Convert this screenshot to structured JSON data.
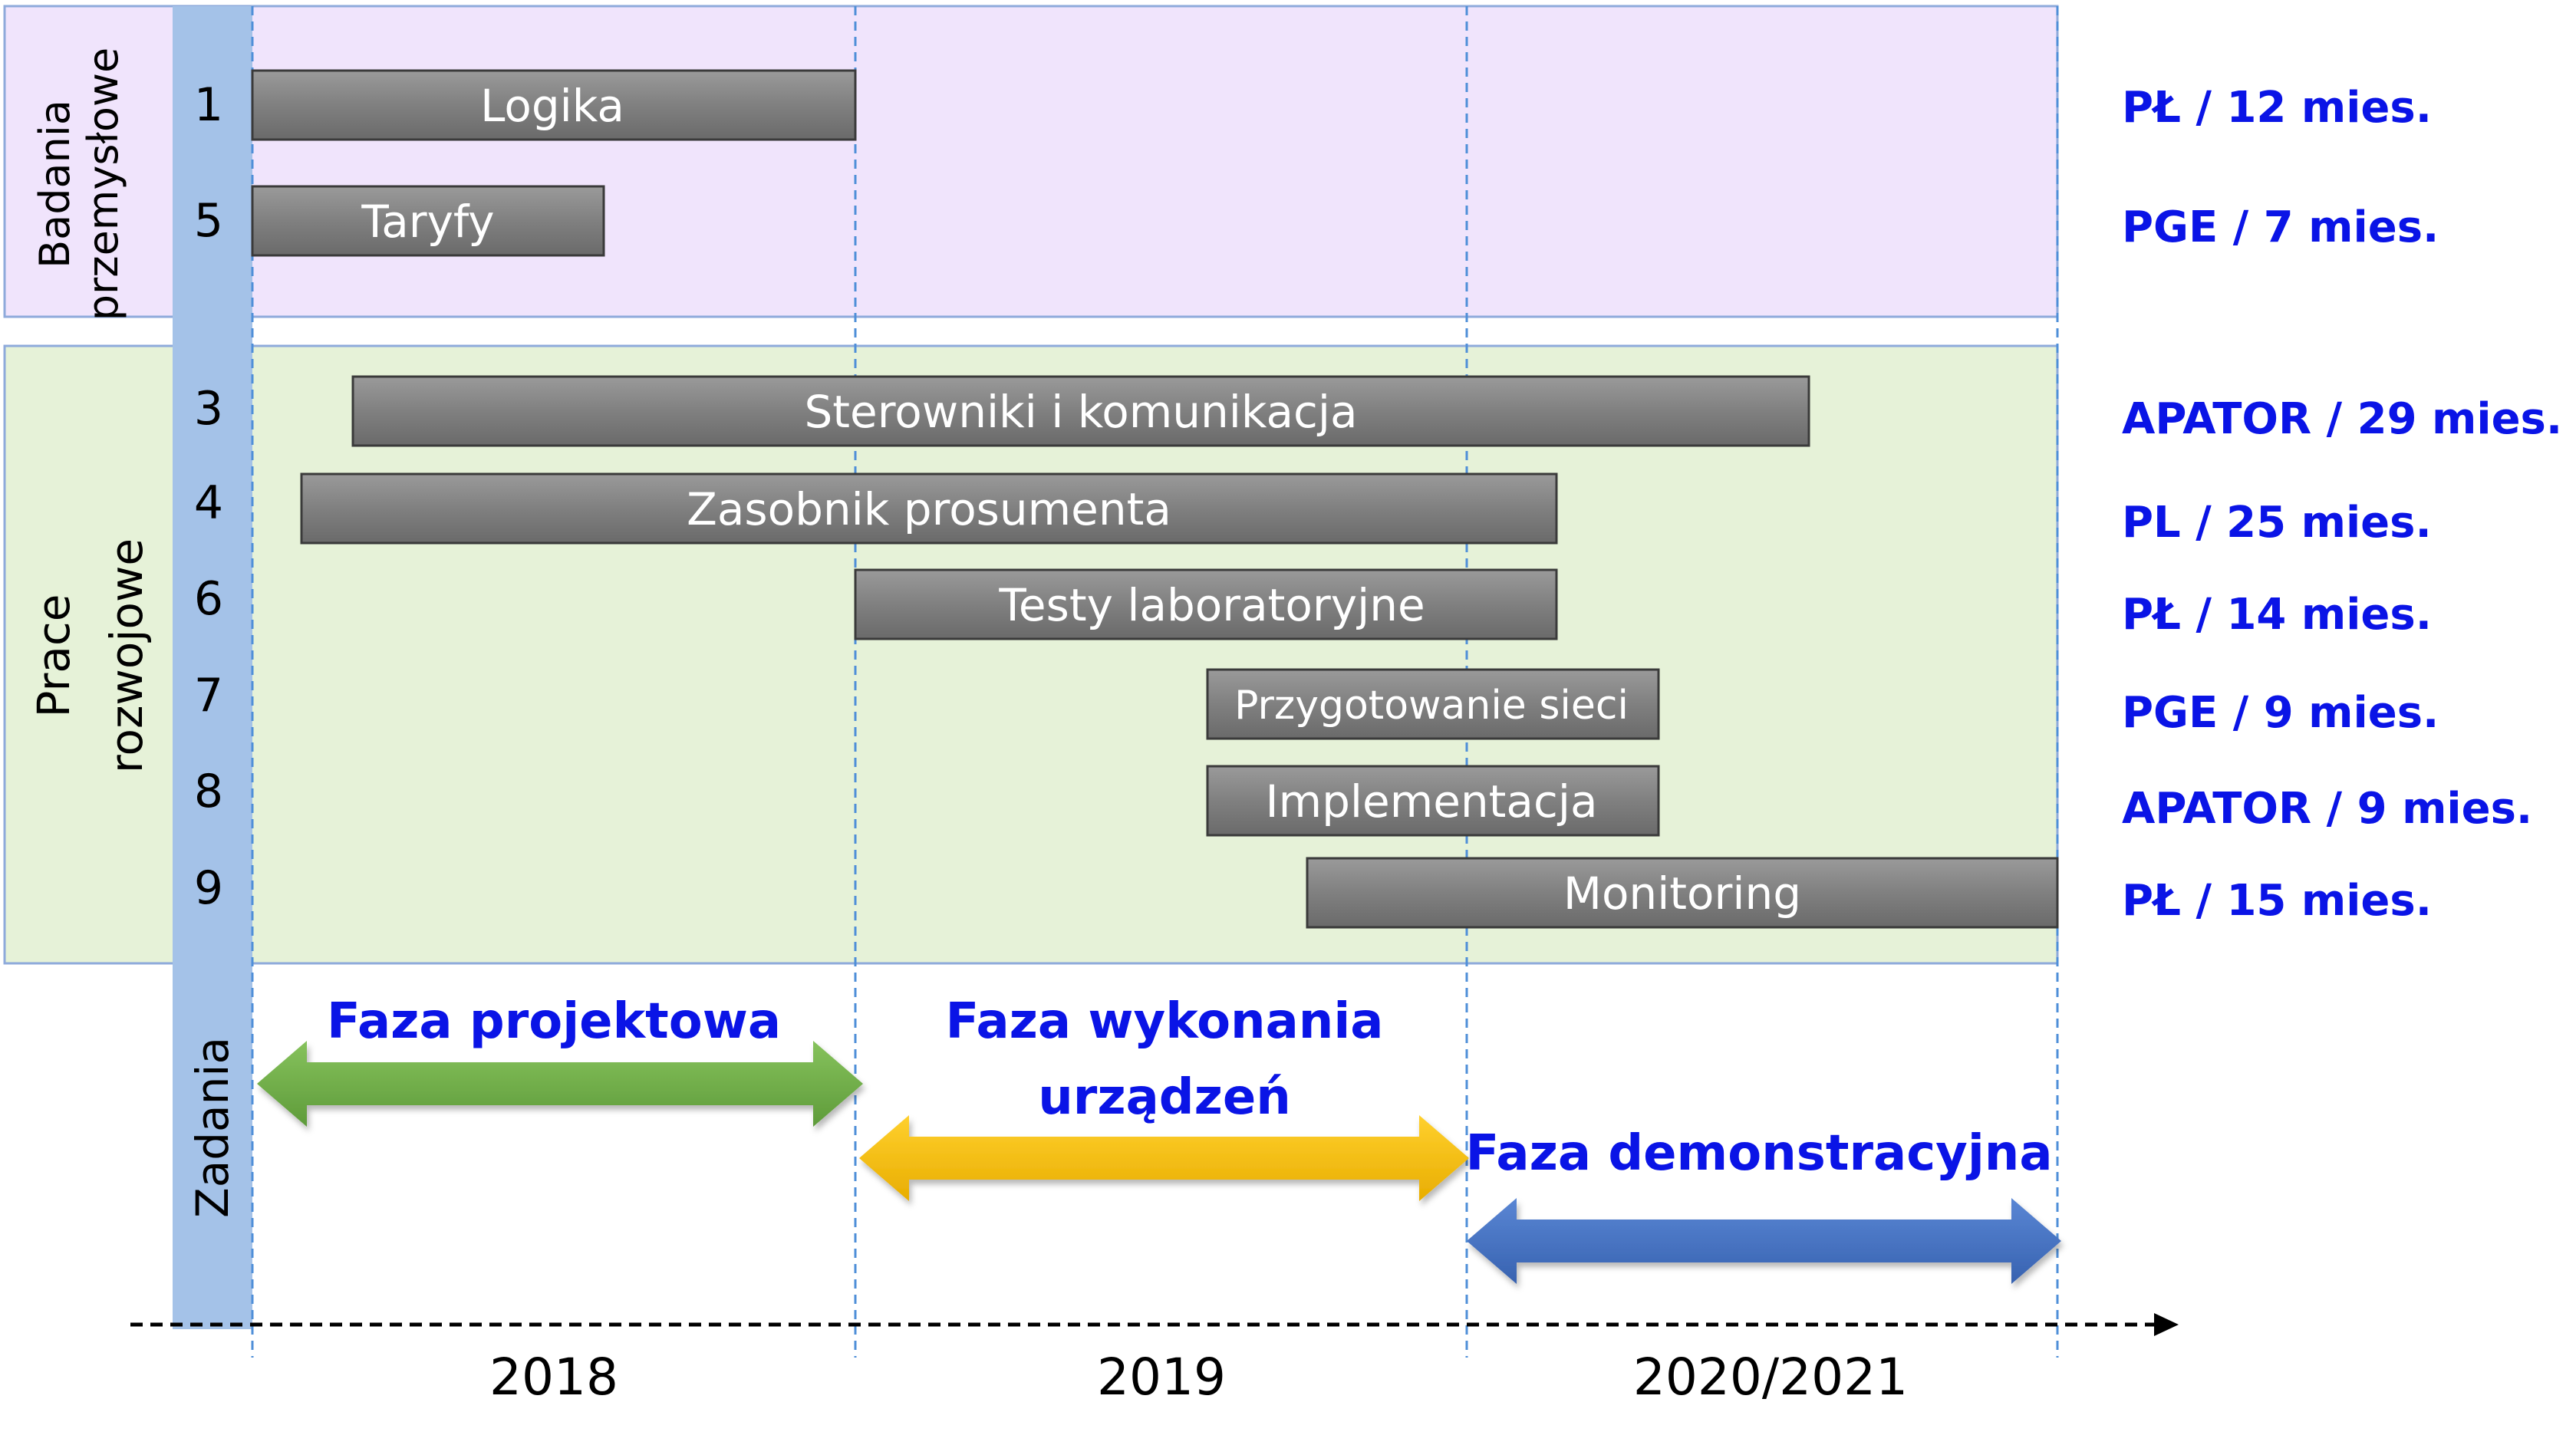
{
  "groups": {
    "industrial_research": {
      "line1": "Badania",
      "line2": "przemysłowe",
      "fill": "#f0e4fc"
    },
    "development_work": {
      "line1": "Prace",
      "line2": "rozwojowe",
      "fill": "#e6f2d8"
    },
    "tasks_label": "Zadania"
  },
  "tasks": [
    {
      "number": "1",
      "label": "Logika",
      "partner": "PŁ / 12 mies."
    },
    {
      "number": "5",
      "label": "Taryfy",
      "partner": "PGE / 7 mies."
    },
    {
      "number": "3",
      "label": "Sterowniki i komunikacja",
      "partner": "APATOR / 29 mies."
    },
    {
      "number": "4",
      "label": "Zasobnik prosumenta",
      "partner": "PL / 25 mies."
    },
    {
      "number": "6",
      "label": "Testy laboratoryjne",
      "partner": "PŁ / 14 mies."
    },
    {
      "number": "7",
      "label": "Przygotowanie sieci",
      "partner": "PGE / 9 mies."
    },
    {
      "number": "8",
      "label": "Implementacja",
      "partner": "APATOR / 9 mies."
    },
    {
      "number": "9",
      "label": "Monitoring",
      "partner": "PŁ / 15 mies."
    }
  ],
  "phases": [
    {
      "line1": "Faza projektowa",
      "line2": "",
      "color": "#70ad47"
    },
    {
      "line1": "Faza wykonania",
      "line2": "urządzeń",
      "color": "#ffc000"
    },
    {
      "line1": "Faza demonstracyjna",
      "line2": "",
      "color": "#4472c4"
    }
  ],
  "timeline": {
    "years": [
      "2018",
      "2019",
      "2020/2021"
    ]
  },
  "colors": {
    "bar_fill": "#7f7f7f",
    "partner_text": "#0a14e6",
    "axis_column": "#a4c2e8"
  }
}
